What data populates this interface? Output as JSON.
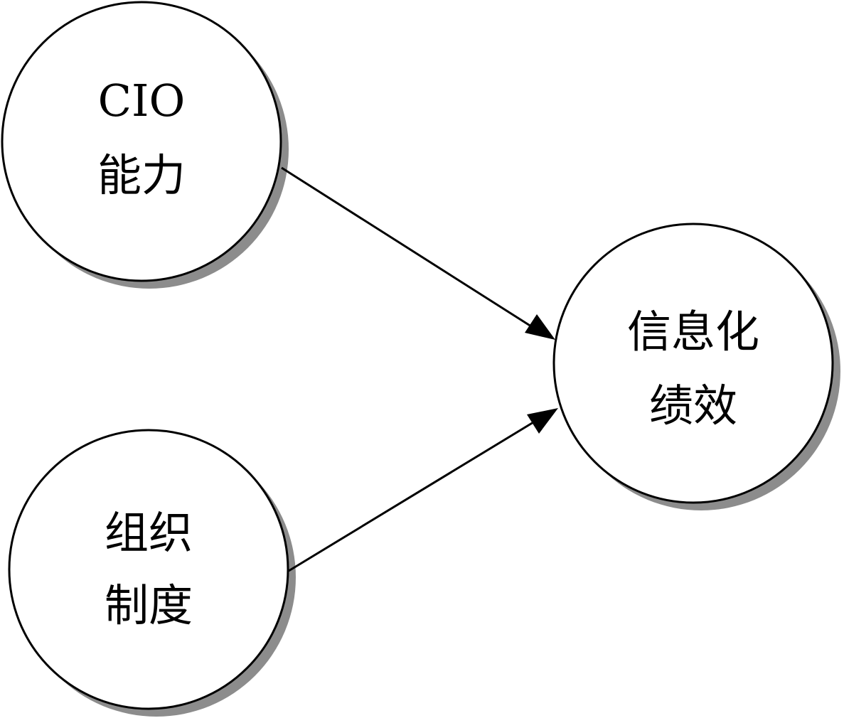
{
  "diagram": {
    "nodes": {
      "cio": {
        "line1": "CIO",
        "line2": "能力"
      },
      "org": {
        "line1": "组织",
        "line2": "制度"
      },
      "perf": {
        "line1": "信息化",
        "line2": "绩效"
      }
    },
    "edges": [
      {
        "from": "cio",
        "to": "perf"
      },
      {
        "from": "org",
        "to": "perf"
      }
    ]
  }
}
